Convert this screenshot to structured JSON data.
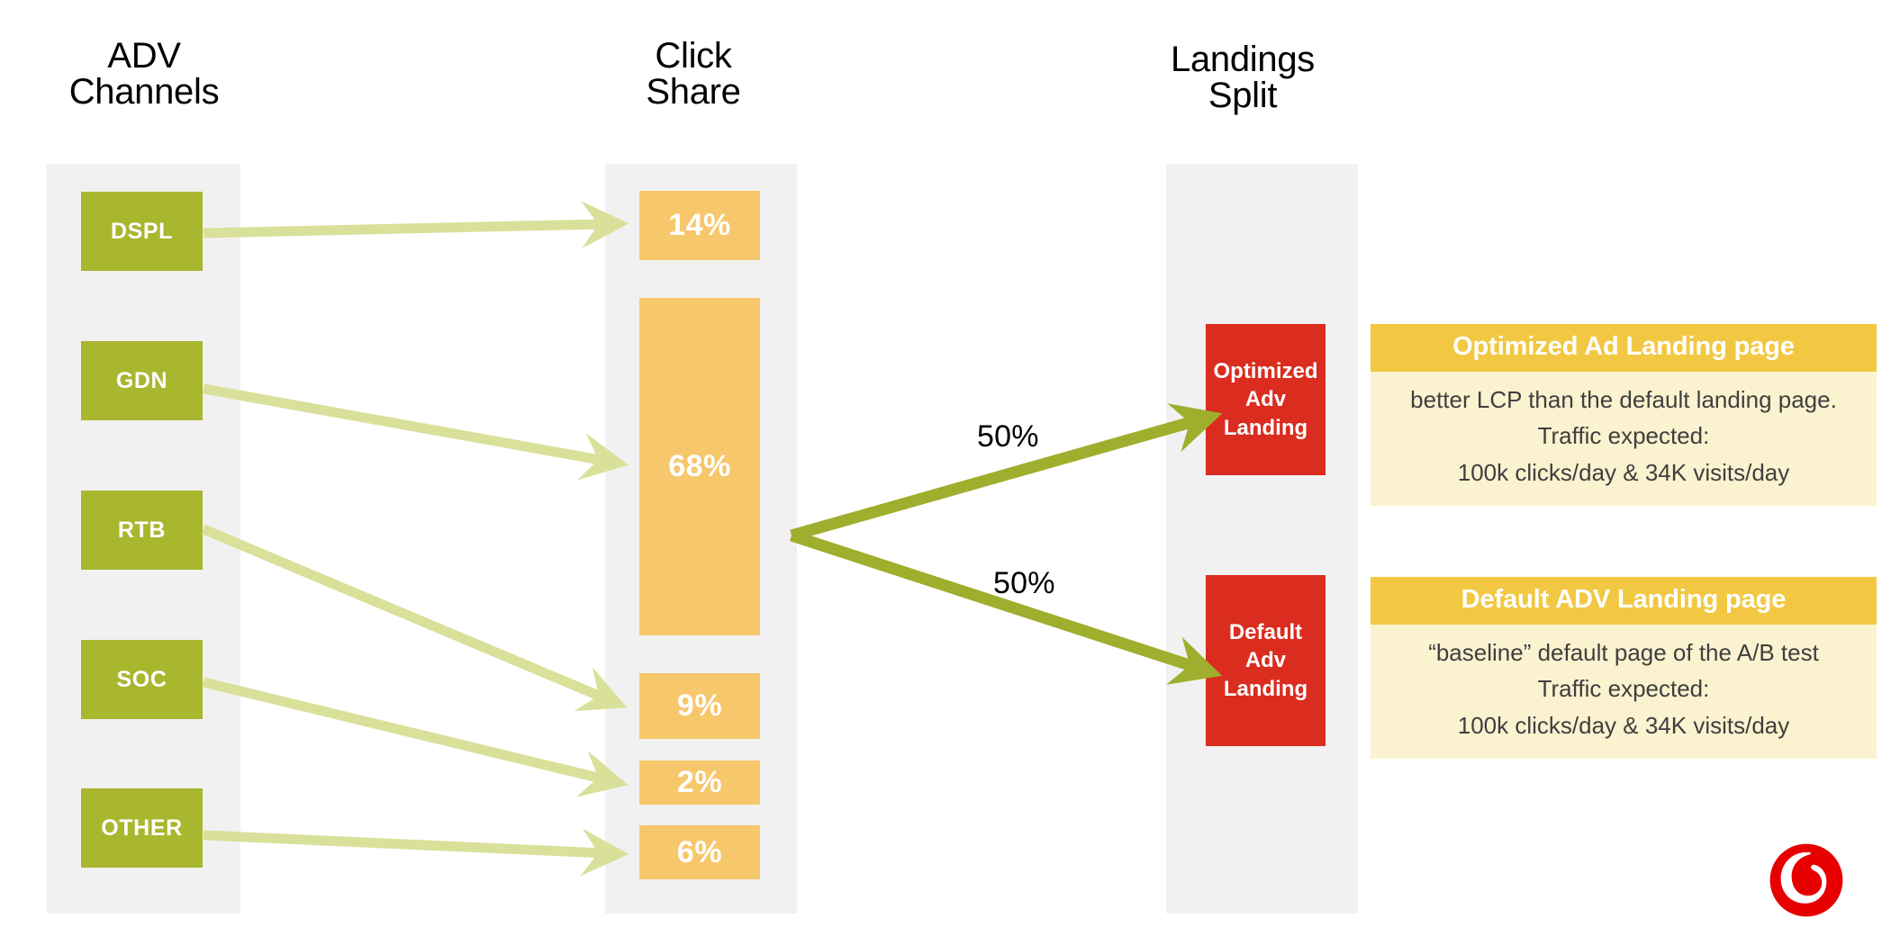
{
  "columns": {
    "adv": {
      "line1": "ADV",
      "line2": "Channels"
    },
    "click": {
      "line1": "Click",
      "line2": "Share"
    },
    "landings": {
      "line1": "Landings",
      "line2": "Split"
    }
  },
  "channels": [
    {
      "label": "DSPL"
    },
    {
      "label": "GDN"
    },
    {
      "label": "RTB"
    },
    {
      "label": "SOC"
    },
    {
      "label": "OTHER"
    }
  ],
  "click_share": [
    {
      "label": "14%"
    },
    {
      "label": "68%"
    },
    {
      "label": "9%"
    },
    {
      "label": "2%"
    },
    {
      "label": "6%"
    }
  ],
  "landings": [
    {
      "line1": "Optimized",
      "line2": "Adv",
      "line3": "Landing"
    },
    {
      "line1": "Default",
      "line2": "Adv",
      "line3": "Landing"
    }
  ],
  "split": [
    {
      "label": "50%"
    },
    {
      "label": "50%"
    }
  ],
  "info_cards": [
    {
      "title": "Optimized Ad Landing page",
      "line1": "better LCP than the default landing page.",
      "line2": "Traffic expected:",
      "line3": "100k clicks/day  & 34K visits/day"
    },
    {
      "title": "Default ADV Landing page",
      "line1": "“baseline” default page of the A/B test",
      "line2": "Traffic expected:",
      "line3": "100k clicks/day  & 34K visits/day"
    }
  ],
  "logo": {
    "name": "vodafone-logo"
  },
  "chart_data": {
    "type": "bar",
    "title": "ADV Channels → Click Share → Landings Split",
    "categories": [
      "DSPL",
      "GDN",
      "RTB",
      "SOC",
      "OTHER"
    ],
    "values": [
      14,
      68,
      9,
      2,
      6
    ],
    "value_labels": [
      "14%",
      "68%",
      "9%",
      "2%",
      "6%"
    ],
    "xlabel": "ADV Channels",
    "ylabel": "Click Share",
    "ylim": [
      0,
      68
    ],
    "grid": false,
    "legend": "none",
    "flows": [
      {
        "from": "DSPL",
        "to": "14%"
      },
      {
        "from": "GDN",
        "to": "68%"
      },
      {
        "from": "RTB",
        "to": "9%"
      },
      {
        "from": "SOC",
        "to": "2%"
      },
      {
        "from": "OTHER",
        "to": "6%"
      },
      {
        "from": "Click Share",
        "to": "Optimized Adv Landing",
        "value": "50%"
      },
      {
        "from": "Click Share",
        "to": "Default Adv Landing",
        "value": "50%"
      }
    ]
  },
  "colors": {
    "green": "#a9b72f",
    "green_light": "#d9e09a",
    "orange": "#f7c76b",
    "yellow": "#f2c843",
    "cream": "#fbf2d0",
    "red": "#da2c1f",
    "gray": "#f1f1f1",
    "text": "#000000"
  }
}
